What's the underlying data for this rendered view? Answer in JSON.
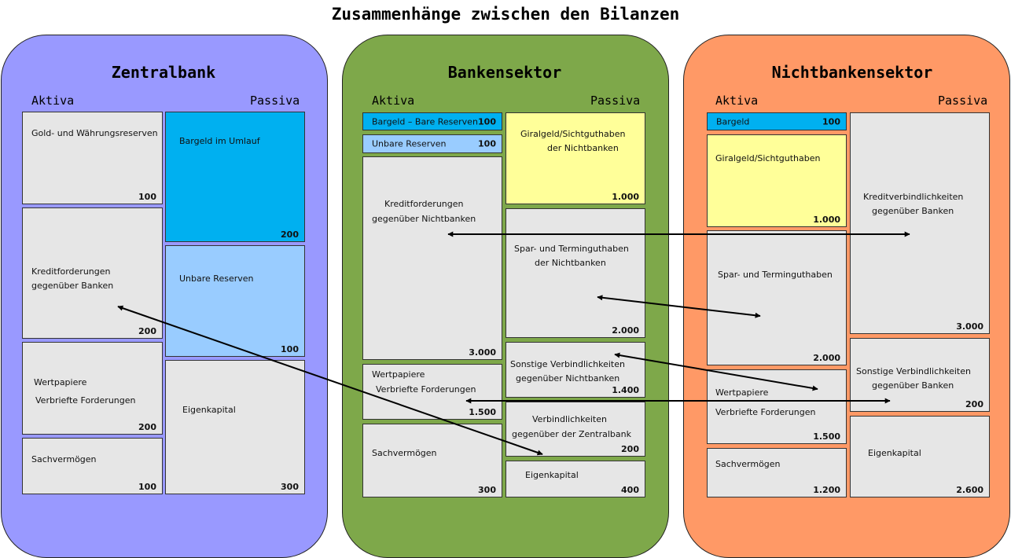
{
  "title": "Zusammenhänge zwischen den Bilanzen",
  "colors": {
    "zentralbank_bg": "#9999ff",
    "bankensektor_bg": "#7ea84a",
    "nichtbanken_bg": "#ff9966",
    "box_grey": "#e6e6e6",
    "box_blue": "#00b0f0",
    "box_lightblue": "#99ccff",
    "box_yellow": "#ffff99"
  },
  "sectors": {
    "zentralbank": {
      "title": "Zentralbank",
      "aktiva_label": "Aktiva",
      "passiva_label": "Passiva",
      "aktiva": [
        {
          "lines": [
            "Gold- und Währungsreserven"
          ],
          "value": "100"
        },
        {
          "lines": [
            "Kreditforderungen",
            "gegenüber Banken"
          ],
          "value": "200"
        },
        {
          "lines": [
            "Wertpapiere",
            "Verbriefte Forderungen"
          ],
          "value": "200"
        },
        {
          "lines": [
            "Sachvermögen"
          ],
          "value": "100"
        }
      ],
      "passiva": [
        {
          "lines": [
            "Bargeld im Umlauf"
          ],
          "value": "200"
        },
        {
          "lines": [
            "Unbare Reserven"
          ],
          "value": "100"
        },
        {
          "lines": [
            "Eigenkapital"
          ],
          "value": "300"
        }
      ]
    },
    "bankensektor": {
      "title": "Bankensektor",
      "aktiva_label": "Aktiva",
      "passiva_label": "Passiva",
      "aktiva": [
        {
          "lines": [
            "Bargeld – Bare Reserven"
          ],
          "value": "100"
        },
        {
          "lines": [
            "Unbare Reserven"
          ],
          "value": "100"
        },
        {
          "lines": [
            "Kreditforderungen",
            "gegenüber Nichtbanken"
          ],
          "value": "3.000"
        },
        {
          "lines": [
            "Wertpapiere",
            "Verbriefte Forderungen"
          ],
          "value": "1.500"
        },
        {
          "lines": [
            "Sachvermögen"
          ],
          "value": "300"
        }
      ],
      "passiva": [
        {
          "lines": [
            "Giralgeld/Sichtguthaben",
            "der Nichtbanken"
          ],
          "value": "1.000"
        },
        {
          "lines": [
            "Spar- und Terminguthaben",
            "der Nichtbanken"
          ],
          "value": "2.000"
        },
        {
          "lines": [
            "Sonstige Verbindlichkeiten",
            "gegenüber Nichtbanken"
          ],
          "value": "1.400"
        },
        {
          "lines": [
            "Verbindlichkeiten",
            "gegenüber der Zentralbank"
          ],
          "value": "200"
        },
        {
          "lines": [
            "Eigenkapital"
          ],
          "value": "400"
        }
      ]
    },
    "nichtbankensektor": {
      "title": "Nichtbankensektor",
      "aktiva_label": "Aktiva",
      "passiva_label": "Passiva",
      "aktiva": [
        {
          "lines": [
            "Bargeld"
          ],
          "value": "100"
        },
        {
          "lines": [
            "Giralgeld/Sichtguthaben"
          ],
          "value": "1.000"
        },
        {
          "lines": [
            "Spar- und Terminguthaben"
          ],
          "value": "2.000"
        },
        {
          "lines": [
            "Wertpapiere",
            "Verbriefte Forderungen"
          ],
          "value": "1.500"
        },
        {
          "lines": [
            "Sachvermögen"
          ],
          "value": "1.200"
        }
      ],
      "passiva": [
        {
          "lines": [
            "Kreditverbindlichkeiten",
            "gegenüber Banken"
          ],
          "value": "3.000"
        },
        {
          "lines": [
            "Sonstige Verbindlichkeiten",
            "gegenüber Banken"
          ],
          "value": "200"
        },
        {
          "lines": [
            "Eigenkapital"
          ],
          "value": "2.600"
        }
      ]
    }
  }
}
